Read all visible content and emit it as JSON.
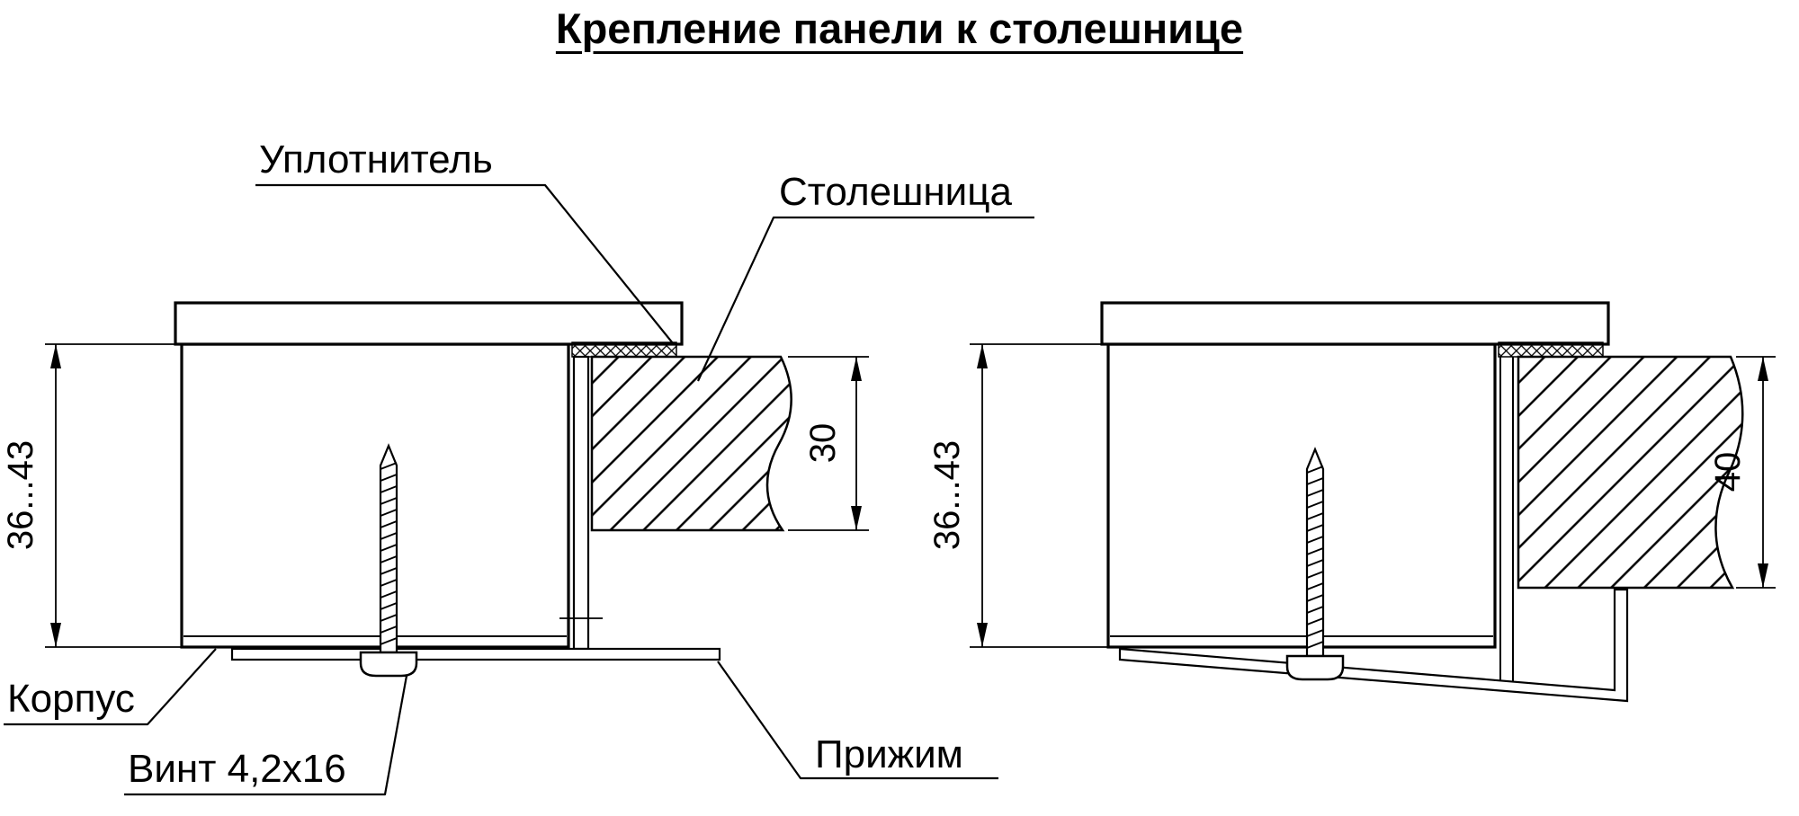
{
  "title": "Крепление панели к столешнице",
  "views": {
    "left": {
      "labels": {
        "seal": "Уплотнитель",
        "countertop": "Столешница",
        "body": "Корпус",
        "screw": "Винт 4,2x16",
        "clamp": "Прижим"
      },
      "dimensions": {
        "height_range": "36...43",
        "countertop_thickness": "30"
      }
    },
    "right": {
      "dimensions": {
        "height_range": "36...43",
        "countertop_thickness": "40"
      }
    }
  },
  "colors": {
    "line": "#000000",
    "background": "#ffffff"
  }
}
